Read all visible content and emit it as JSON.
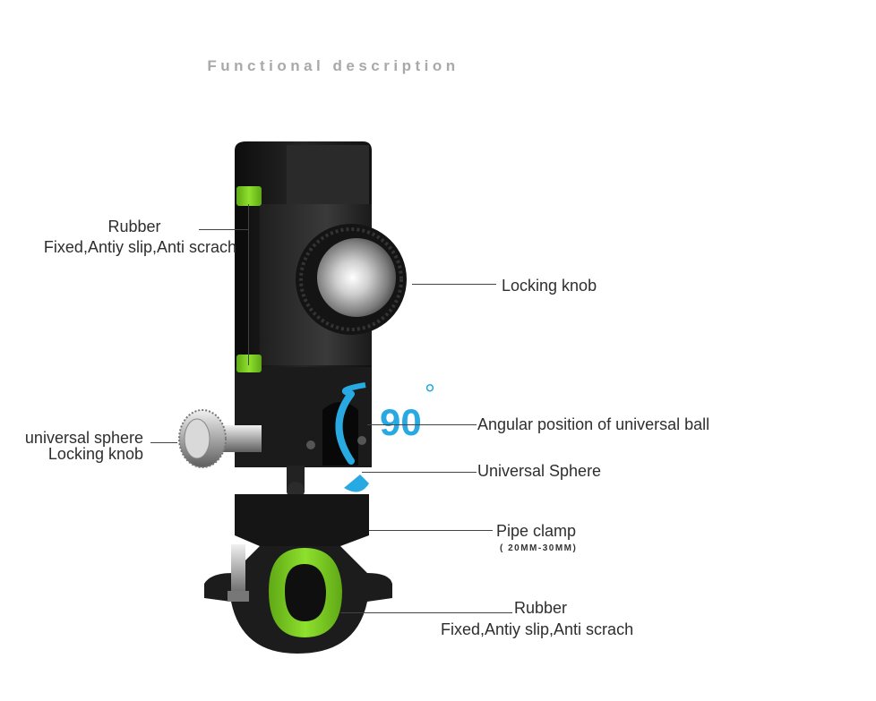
{
  "title": "Functional description",
  "labels": {
    "rubber_top_title": "Rubber",
    "rubber_top_desc": "Fixed,Antiy slip,Anti scrach",
    "locking_knob": "Locking knob",
    "sphere_knob_line1": "universal sphere",
    "sphere_knob_line2": "Locking knob",
    "angular_position": "Angular position of universal ball",
    "universal_sphere": "Universal Sphere",
    "pipe_clamp": "Pipe clamp",
    "pipe_clamp_size": "( 20MM-30MM)",
    "rubber_bottom_title": "Rubber",
    "rubber_bottom_desc": "Fixed,Antiy slip,Anti scrach",
    "rotation_value": "90",
    "rotation_unit": "°"
  },
  "colors": {
    "accent_green": "#7ed321",
    "rotation_blue": "#29a9e1",
    "body_black": "#1c1c1c"
  }
}
